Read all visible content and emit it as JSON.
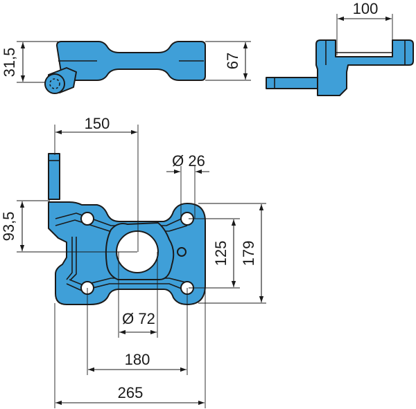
{
  "dimensions": {
    "d_31_5": "31,5",
    "d_67": "67",
    "d_100": "100",
    "d_150": "150",
    "d_dia26": "Ø 26",
    "d_93_5": "93,5",
    "d_125": "125",
    "d_179": "179",
    "d_dia72": "Ø 72",
    "d_180": "180",
    "d_265": "265"
  },
  "colors": {
    "part_fill": "#3f9fd8",
    "line": "#1a1a1a"
  }
}
